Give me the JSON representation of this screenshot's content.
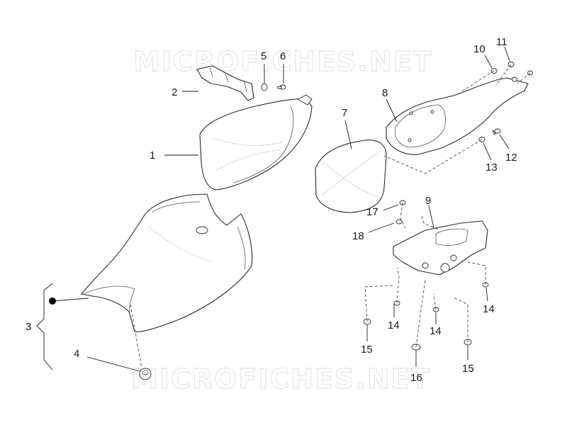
{
  "watermark": {
    "text": "MICROFICHES.NET",
    "color": "#cfcfcf"
  },
  "callouts": {
    "c1": "1",
    "c2": "2",
    "c3": "3",
    "c4": "4",
    "c5": "5",
    "c6": "6",
    "c7": "7",
    "c8": "8",
    "c9": "9",
    "c10": "10",
    "c11": "11",
    "c12": "12",
    "c13": "13",
    "c14a": "14",
    "c14b": "14",
    "c14c": "14",
    "c15a": "15",
    "c15b": "15",
    "c16": "16",
    "c17": "17",
    "c18": "18"
  },
  "colors": {
    "line": "#2a2a2a",
    "marker": "#000000"
  }
}
